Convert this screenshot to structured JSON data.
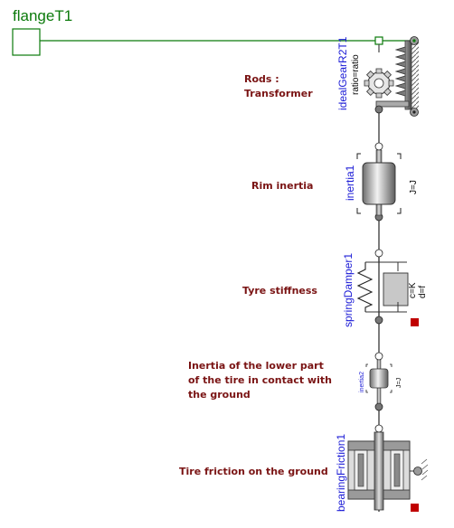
{
  "flange": {
    "name": "flangeT1"
  },
  "annotations": {
    "rods": [
      "Rods :",
      "Transformer"
    ],
    "rim": "Rim inertia",
    "tyre": "Tyre stiffness",
    "lower": [
      "Inertia of the lower part",
      "of the tire in contact with",
      "the ground"
    ],
    "friction": "Tire friction on the ground"
  },
  "components": {
    "gear": {
      "name": "idealGearR2T1",
      "param": "ratio=ratio"
    },
    "inertia1": {
      "name": "inertia1",
      "param": "J=J"
    },
    "spring": {
      "name": "springDamper1",
      "param_c": "c=K",
      "param_d": "d=f"
    },
    "inertia2": {
      "name": "inertia2",
      "param": "J=J"
    },
    "bearing": {
      "name": "bearingFriction1"
    }
  },
  "colors": {
    "connection": "#0b7a0b",
    "label": "#1b1bd6",
    "annotation": "#7a1414",
    "heat_port": "#c00000"
  }
}
